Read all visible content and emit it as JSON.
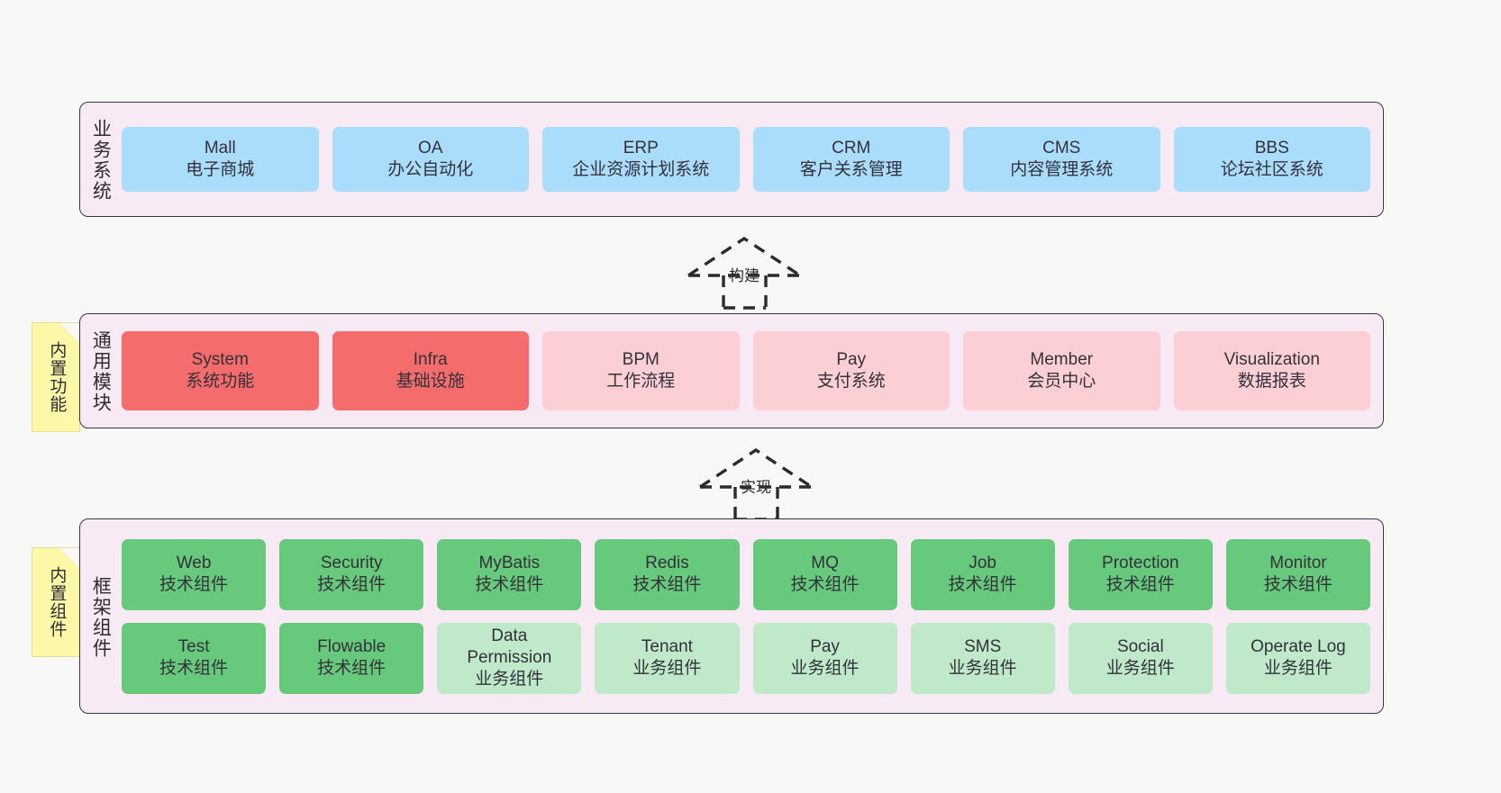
{
  "diagram": {
    "background_color": "#f8f8f6",
    "panel_color": "#f7eaf4",
    "panel_border_color": "#3b3541",
    "note_color": "#fcf8a8",
    "colors": {
      "blue": "#aadcfc",
      "red": "#f56c6c",
      "pink": "#fccfd5",
      "green": "#67c97c",
      "green_light": "#bfe9c9"
    }
  },
  "layers": {
    "business": {
      "title": "业务系统",
      "cards": [
        {
          "name": "Mall",
          "desc": "电子商城"
        },
        {
          "name": "OA",
          "desc": "办公自动化"
        },
        {
          "name": "ERP",
          "desc": "企业资源计划系统"
        },
        {
          "name": "CRM",
          "desc": "客户关系管理"
        },
        {
          "name": "CMS",
          "desc": "内容管理系统"
        },
        {
          "name": "BBS",
          "desc": "论坛社区系统"
        }
      ]
    },
    "common": {
      "title": "通用模块",
      "note": "内置功能",
      "cards": [
        {
          "name": "System",
          "desc": "系统功能",
          "color": "red"
        },
        {
          "name": "Infra",
          "desc": "基础设施",
          "color": "red"
        },
        {
          "name": "BPM",
          "desc": "工作流程",
          "color": "pink"
        },
        {
          "name": "Pay",
          "desc": "支付系统",
          "color": "pink"
        },
        {
          "name": "Member",
          "desc": "会员中心",
          "color": "pink"
        },
        {
          "name": "Visualization",
          "desc": "数据报表",
          "color": "pink"
        }
      ]
    },
    "framework": {
      "title": "框架组件",
      "note": "内置组件",
      "row1": [
        {
          "name": "Web",
          "desc": "技术组件",
          "color": "green"
        },
        {
          "name": "Security",
          "desc": "技术组件",
          "color": "green"
        },
        {
          "name": "MyBatis",
          "desc": "技术组件",
          "color": "green"
        },
        {
          "name": "Redis",
          "desc": "技术组件",
          "color": "green"
        },
        {
          "name": "MQ",
          "desc": "技术组件",
          "color": "green"
        },
        {
          "name": "Job",
          "desc": "技术组件",
          "color": "green"
        },
        {
          "name": "Protection",
          "desc": "技术组件",
          "color": "green"
        },
        {
          "name": "Monitor",
          "desc": "技术组件",
          "color": "green"
        }
      ],
      "row2": [
        {
          "name": "Test",
          "desc": "技术组件",
          "color": "green"
        },
        {
          "name": "Flowable",
          "desc": "技术组件",
          "color": "green"
        },
        {
          "name": "Data",
          "name2": "Permission",
          "desc": "业务组件",
          "color": "green_light"
        },
        {
          "name": "Tenant",
          "desc": "业务组件",
          "color": "green_light"
        },
        {
          "name": "Pay",
          "desc": "业务组件",
          "color": "green_light"
        },
        {
          "name": "SMS",
          "desc": "业务组件",
          "color": "green_light"
        },
        {
          "name": "Social",
          "desc": "业务组件",
          "color": "green_light"
        },
        {
          "name": "Operate Log",
          "desc": "业务组件",
          "color": "green_light"
        }
      ]
    }
  },
  "connectors": [
    {
      "label": "构建",
      "from": "common",
      "to": "business"
    },
    {
      "label": "实现",
      "from": "framework",
      "to": "common"
    }
  ]
}
